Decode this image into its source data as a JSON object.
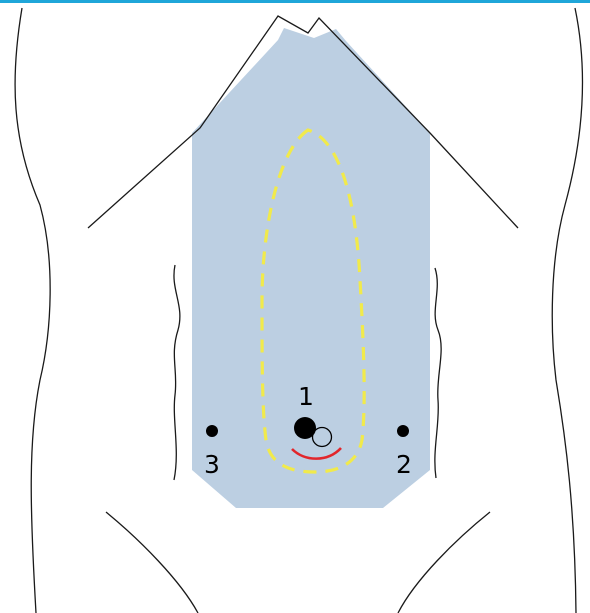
{
  "colors": {
    "top_rule": "#1fa6d9",
    "drape_fill": "#bccfe2",
    "outline": "#1a1a1a",
    "dashed_marker": "#f1ea4b",
    "red_arc": "#e2262b",
    "port_fill": "#000000"
  },
  "ports": [
    {
      "number": "1"
    },
    {
      "number": "2"
    },
    {
      "number": "3"
    }
  ]
}
